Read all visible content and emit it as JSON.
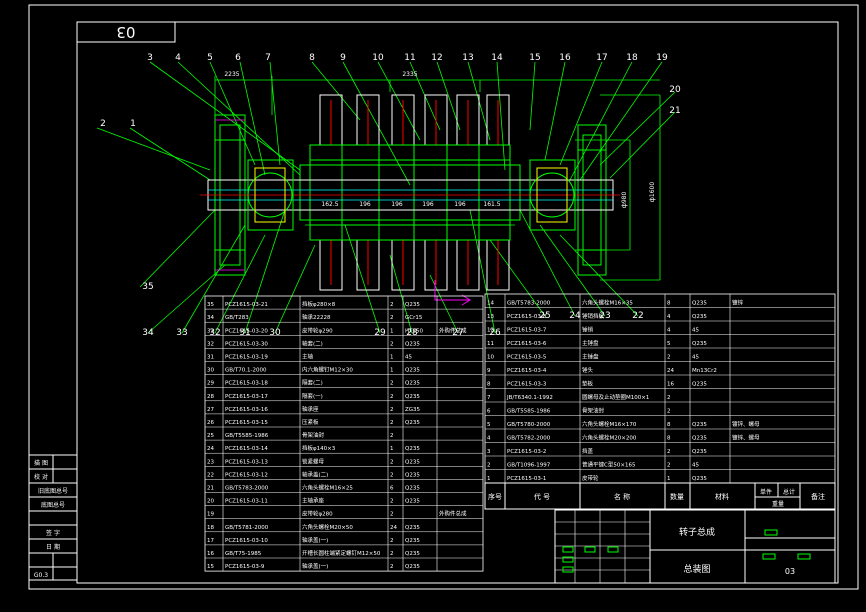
{
  "sheet": {
    "drawing_number_box": "03",
    "bottom_number": "03",
    "assembly_title": "转子总成",
    "assembly_subtitle": "总装图"
  },
  "balloons_top": [
    "3",
    "4",
    "5",
    "6",
    "7",
    "8",
    "9",
    "10",
    "11",
    "12",
    "13",
    "14",
    "15",
    "16",
    "17",
    "18",
    "19"
  ],
  "balloons_left": [
    "2",
    "1"
  ],
  "balloons_right": [
    "20",
    "21"
  ],
  "balloons_bottom_left": [
    "35",
    "34",
    "33",
    "32",
    "31",
    "30"
  ],
  "balloons_bottom_mid": [
    "29",
    "28",
    "27",
    "26",
    "25",
    "24",
    "23",
    "22"
  ],
  "dimensions": {
    "top_a": "2235",
    "top_b": "2335",
    "segments": [
      "162.5",
      "196",
      "196",
      "196",
      "196",
      "161.5"
    ],
    "diam_a": "ф980",
    "diam_b": "ф1600"
  },
  "bom_left": [
    {
      "no": "35",
      "code": "PCZ1615-03-21",
      "name": "挡板φ280×8",
      "qty": "2",
      "mat": "Q235"
    },
    {
      "no": "34",
      "code": "GB/T283",
      "name": "轴承22228",
      "qty": "2",
      "mat": "GCr15"
    },
    {
      "no": "33",
      "code": "PCZ1615-03-20",
      "name": "皮带轮φ290",
      "qty": "1",
      "mat": "HT250",
      "note": "外购件总成"
    },
    {
      "no": "32",
      "code": "PCZ1615-03-30",
      "name": "轴套(二)",
      "qty": "2",
      "mat": "Q235"
    },
    {
      "no": "31",
      "code": "PCZ1615-03-19",
      "name": "主轴",
      "qty": "1",
      "mat": "45"
    },
    {
      "no": "30",
      "code": "GB/T70.1-2000",
      "name": "内六角螺钉M12×30",
      "qty": "1",
      "mat": "Q235"
    },
    {
      "no": "29",
      "code": "PCZ1615-03-18",
      "name": "隔套(二)",
      "qty": "2",
      "mat": "Q235"
    },
    {
      "no": "28",
      "code": "PCZ1615-03-17",
      "name": "隔套(一)",
      "qty": "2",
      "mat": "Q235"
    },
    {
      "no": "27",
      "code": "PCZ1615-03-16",
      "name": "轴承座",
      "qty": "2",
      "mat": "ZG35"
    },
    {
      "no": "26",
      "code": "PCZ1615-03-15",
      "name": "压紧板",
      "qty": "2",
      "mat": "Q235"
    },
    {
      "no": "25",
      "code": "GB/T5585-1986",
      "name": "骨架油封",
      "qty": "2",
      "mat": ""
    },
    {
      "no": "24",
      "code": "PCZ1615-03-14",
      "name": "挡板φ140×3",
      "qty": "1",
      "mat": "Q235"
    },
    {
      "no": "23",
      "code": "PCZ1615-03-13",
      "name": "锁紧螺母",
      "qty": "2",
      "mat": "Q235"
    },
    {
      "no": "22",
      "code": "PCZ1615-03-12",
      "name": "轴承盖(二)",
      "qty": "2",
      "mat": "Q235"
    },
    {
      "no": "21",
      "code": "GB/T5783-2000",
      "name": "六角头螺栓M16×25",
      "qty": "6",
      "mat": "Q235"
    },
    {
      "no": "20",
      "code": "PCZ1615-03-11",
      "name": "主轴承座",
      "qty": "2",
      "mat": "Q235"
    },
    {
      "no": "19",
      "code": "",
      "name": "皮带轮φ280",
      "qty": "2",
      "mat": "",
      "note": "外购件总成"
    },
    {
      "no": "18",
      "code": "GB/T5781-2000",
      "name": "六角头螺栓M20×50",
      "qty": "24",
      "mat": "Q235"
    },
    {
      "no": "17",
      "code": "PCZ1615-03-10",
      "name": "轴承盖(一)",
      "qty": "2",
      "mat": "Q235"
    },
    {
      "no": "16",
      "code": "GB/T75-1985",
      "name": "开槽长圆柱端紧定螺钉M12×50",
      "qty": "2",
      "mat": "Q235"
    },
    {
      "no": "15",
      "code": "PCZ1615-03-9",
      "name": "轴承盖(一)",
      "qty": "2",
      "mat": "Q235"
    }
  ],
  "bom_right": [
    {
      "no": "14",
      "code": "GB/T5783-2000",
      "name": "六角头螺栓M16×35",
      "qty": "8",
      "mat": "Q235",
      "note": "镀锌"
    },
    {
      "no": "13",
      "code": "PCZ1615-03-8",
      "name": "锤销挡板",
      "qty": "4",
      "mat": "Q235"
    },
    {
      "no": "12",
      "code": "PCZ1615-03-7",
      "name": "锤销",
      "qty": "4",
      "mat": "45"
    },
    {
      "no": "11",
      "code": "PCZ1615-03-6",
      "name": "主锤盘",
      "qty": "5",
      "mat": "Q235"
    },
    {
      "no": "10",
      "code": "PCZ1615-03-5",
      "name": "主锤盘",
      "qty": "2",
      "mat": "45"
    },
    {
      "no": "9",
      "code": "PCZ1615-03-4",
      "name": "锤头",
      "qty": "24",
      "mat": "Mn13Cr2"
    },
    {
      "no": "8",
      "code": "PCZ1615-03-3",
      "name": "垫板",
      "qty": "16",
      "mat": "Q235"
    },
    {
      "no": "7",
      "code": "JB/T6340.1-1992",
      "name": "圆螺母及止动垫圈M100×1",
      "qty": "2",
      "mat": ""
    },
    {
      "no": "6",
      "code": "GB/T5585-1986",
      "name": "骨架油封",
      "qty": "2",
      "mat": ""
    },
    {
      "no": "5",
      "code": "GB/T5780-2000",
      "name": "六角头螺栓M16×170",
      "qty": "8",
      "mat": "Q235",
      "note": "镀锌、螺母"
    },
    {
      "no": "4",
      "code": "GB/T5782-2000",
      "name": "六角头螺栓M20×200",
      "qty": "8",
      "mat": "Q235",
      "note": "镀锌、螺母"
    },
    {
      "no": "3",
      "code": "PCZ1615-03-2",
      "name": "挡盖",
      "qty": "2",
      "mat": "Q235"
    },
    {
      "no": "2",
      "code": "GB/T1096-1997",
      "name": "普通平键C型50×165",
      "qty": "2",
      "mat": "45"
    },
    {
      "no": "1",
      "code": "PCZ1615-03-1",
      "name": "皮带轮",
      "qty": "1",
      "mat": "Q235"
    }
  ],
  "bom_header": {
    "no": "序号",
    "code": "代 号",
    "name": "名 称",
    "qty": "数量",
    "mat": "材料",
    "unit": "单件",
    "total": "总计",
    "weight": "重量",
    "note": "备注"
  },
  "left_side_labels": [
    "描 图",
    "校 对",
    "旧底图总号",
    "底图总号",
    "签 字",
    "日 期",
    "G0.3"
  ],
  "colors": {
    "line": "#ffffff",
    "accent_green": "#00ff00",
    "accent_yellow": "#ffff00",
    "accent_red": "#ff0000",
    "accent_magenta": "#ff00ff",
    "accent_cyan": "#00ffff"
  }
}
